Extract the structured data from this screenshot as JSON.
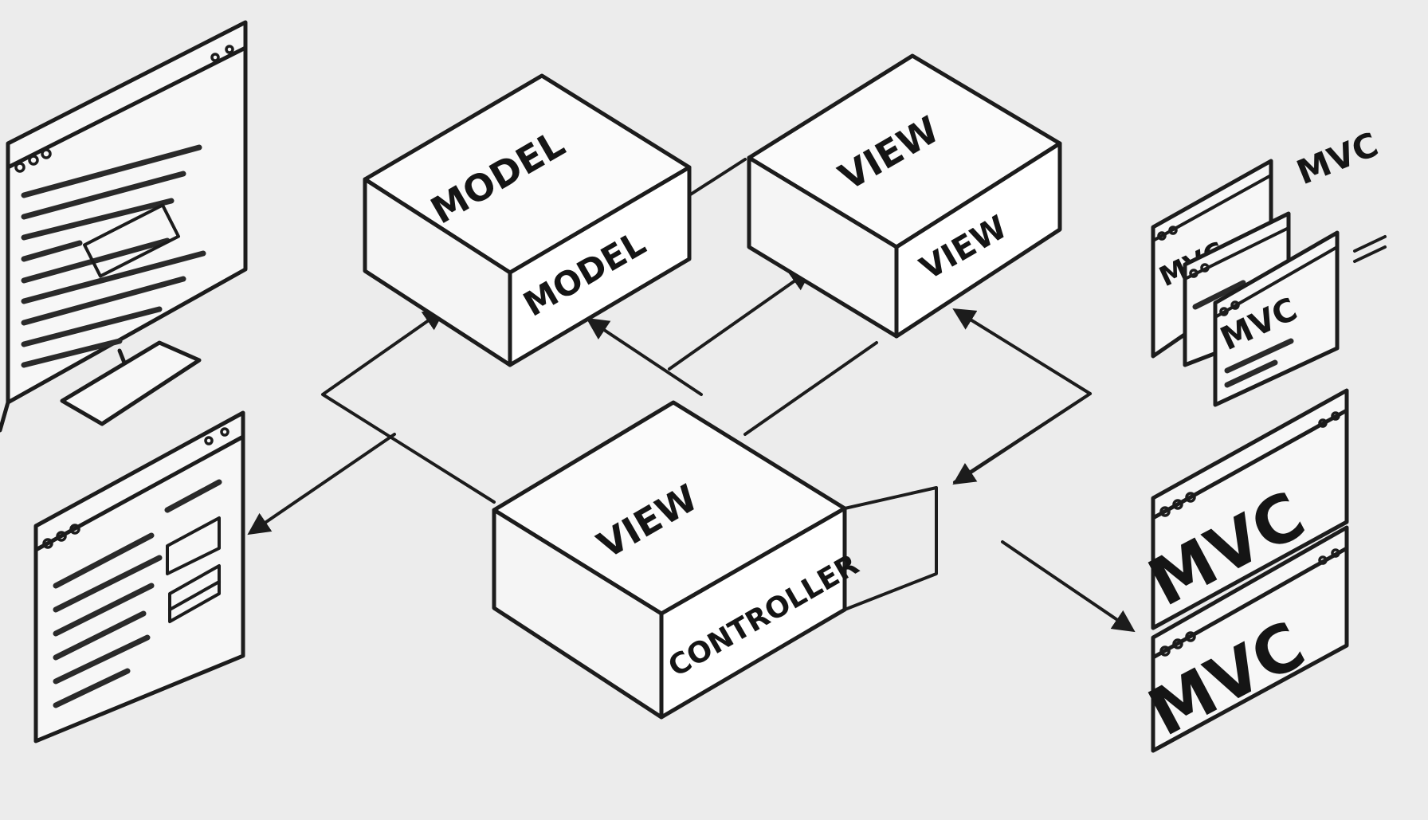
{
  "boxes": {
    "model": {
      "top_label": "MODEL",
      "side_label": "MODEL"
    },
    "view": {
      "top_label": "VIEW",
      "side_label": "VIEW"
    },
    "controller": {
      "top_label": "VIEW",
      "side_label": "CONTROLLER"
    }
  },
  "windows": {
    "top_right_caption": "MVC",
    "stack_back_label": "MVC",
    "stack_front_label": "MVC",
    "large_top_label": "MVC",
    "large_bottom_label": "MVC"
  }
}
